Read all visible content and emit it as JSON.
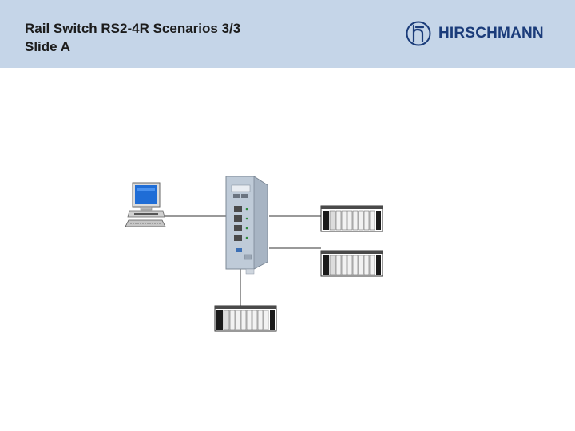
{
  "slide": {
    "title_line1": "Rail Switch RS2-4R Scenarios 3/3",
    "title_line2": "Slide A"
  },
  "logo": {
    "text": "HIRSCHMANN",
    "icon": "hirschmann-logo-icon",
    "color": "#1b3c7a"
  },
  "colors": {
    "header_bg": "#c5d5e8",
    "connection_line": "#333333"
  },
  "diagram": {
    "devices": [
      {
        "id": "pc",
        "icon": "desktop-computer-icon"
      },
      {
        "id": "switch",
        "icon": "rail-switch-rs2-4r-icon"
      },
      {
        "id": "plc-1",
        "icon": "plc-rack-icon"
      },
      {
        "id": "plc-2",
        "icon": "plc-rack-icon"
      },
      {
        "id": "plc-3",
        "icon": "plc-rack-icon"
      }
    ],
    "connections": [
      {
        "from": "pc",
        "to": "switch"
      },
      {
        "from": "switch",
        "to": "plc-1"
      },
      {
        "from": "switch",
        "to": "plc-2"
      },
      {
        "from": "switch",
        "to": "plc-3"
      }
    ]
  }
}
